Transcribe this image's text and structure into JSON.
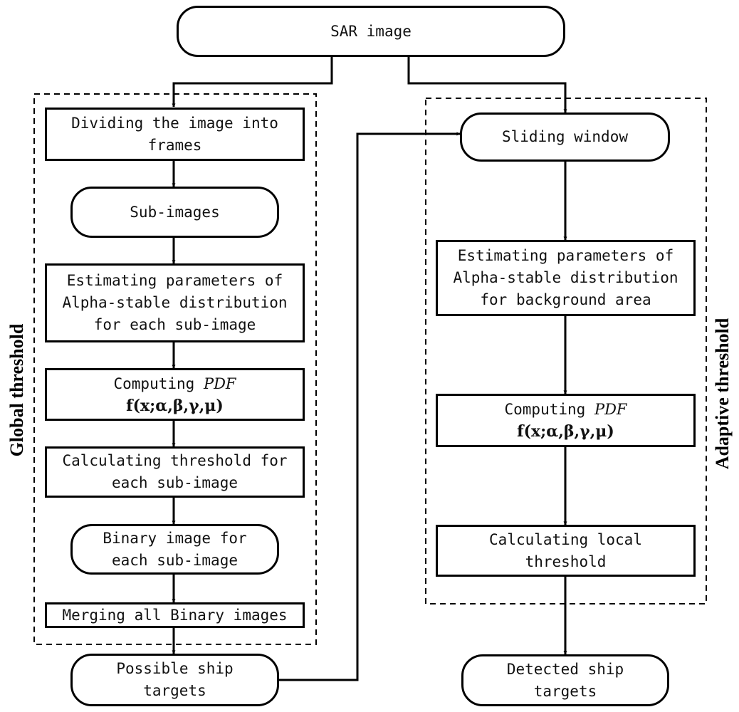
{
  "diagram": {
    "nodes": {
      "sar_image": {
        "label": "SAR image"
      },
      "dividing": {
        "lines": [
          "Dividing the image into",
          "frames"
        ]
      },
      "sub_images": {
        "label": "Sub-images"
      },
      "estimating_global": {
        "lines": [
          "Estimating parameters of",
          "Alpha-stable distribution",
          "for each sub-image"
        ]
      },
      "computing_pdf_global": {
        "prefix": "Computing ",
        "emphasis": "PDF",
        "formula": "f(x;α,β,γ,μ)"
      },
      "calculating_threshold": {
        "lines": [
          "Calculating threshold for",
          "each sub-image"
        ]
      },
      "binary_image": {
        "lines": [
          "Binary image for",
          "each sub-image"
        ]
      },
      "merging": {
        "label": "Merging all Binary images"
      },
      "possible_targets": {
        "lines": [
          "Possible ship",
          "targets"
        ]
      },
      "sliding_window": {
        "label": "Sliding window"
      },
      "estimating_background": {
        "lines": [
          "Estimating parameters of",
          "Alpha-stable distribution",
          "for background area"
        ]
      },
      "computing_pdf_adaptive": {
        "prefix": "Computing ",
        "emphasis": "PDF",
        "formula": "f(x;α,β,γ,μ)"
      },
      "local_threshold": {
        "lines": [
          "Calculating local",
          "threshold"
        ]
      },
      "detected_targets": {
        "lines": [
          "Detected ship",
          "targets"
        ]
      }
    },
    "groups": {
      "global": {
        "label": "Global threshold"
      },
      "adaptive": {
        "label": "Adaptive threshold"
      }
    },
    "colors": {
      "stroke": "#000000",
      "background": "#ffffff",
      "text": "#111111"
    }
  }
}
